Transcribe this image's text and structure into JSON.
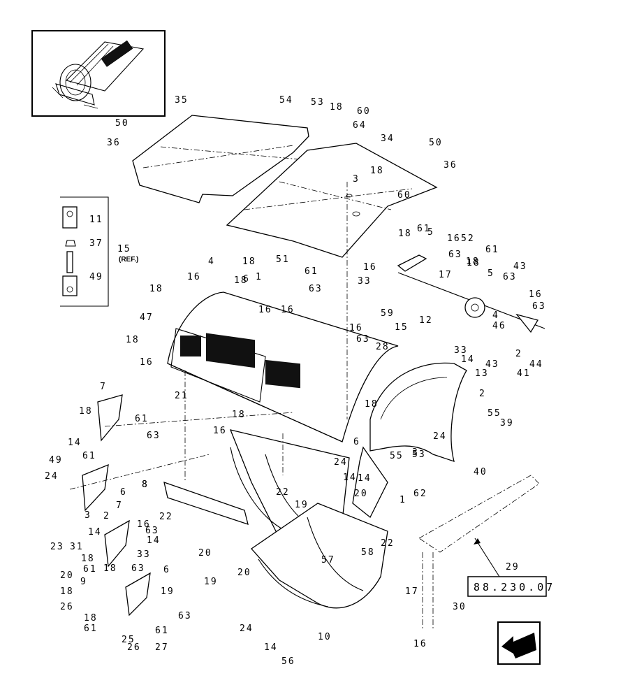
{
  "diagram": {
    "reference_section": "88.230.07",
    "inset_legend": {
      "label": "15",
      "ref_text": "(REF.)",
      "items": [
        "11",
        "37",
        "49"
      ]
    },
    "callouts": [
      {
        "id": "c35",
        "text": "35"
      },
      {
        "id": "c54",
        "text": "54"
      },
      {
        "id": "c53",
        "text": "53"
      },
      {
        "id": "c18a",
        "text": "18"
      },
      {
        "id": "c60a",
        "text": "60"
      },
      {
        "id": "c64a",
        "text": "64"
      },
      {
        "id": "c34",
        "text": "34"
      },
      {
        "id": "c50a",
        "text": "50"
      },
      {
        "id": "c36a",
        "text": "36"
      },
      {
        "id": "c50b",
        "text": "50"
      },
      {
        "id": "c36b",
        "text": "36"
      },
      {
        "id": "c18b",
        "text": "18"
      },
      {
        "id": "c3a",
        "text": "3"
      },
      {
        "id": "c60b",
        "text": "60"
      },
      {
        "id": "c18c",
        "text": "18"
      },
      {
        "id": "c61a",
        "text": "61"
      },
      {
        "id": "c5a",
        "text": "5"
      },
      {
        "id": "c16a",
        "text": "16"
      },
      {
        "id": "c52",
        "text": "52"
      },
      {
        "id": "c63a",
        "text": "63"
      },
      {
        "id": "c16b",
        "text": "16"
      },
      {
        "id": "c18d",
        "text": "18"
      },
      {
        "id": "c17a",
        "text": "17"
      },
      {
        "id": "c61b",
        "text": "61"
      },
      {
        "id": "c18e",
        "text": "18"
      },
      {
        "id": "c5b",
        "text": "5"
      },
      {
        "id": "c43a",
        "text": "43"
      },
      {
        "id": "c63b",
        "text": "63"
      },
      {
        "id": "c16c",
        "text": "16"
      },
      {
        "id": "c63c",
        "text": "63"
      },
      {
        "id": "c4",
        "text": "4"
      },
      {
        "id": "c18f",
        "text": "18"
      },
      {
        "id": "c51",
        "text": "51"
      },
      {
        "id": "c61c",
        "text": "61"
      },
      {
        "id": "c18g",
        "text": "18"
      },
      {
        "id": "c16d",
        "text": "16"
      },
      {
        "id": "c6a",
        "text": "6"
      },
      {
        "id": "c1a",
        "text": "1"
      },
      {
        "id": "c63d",
        "text": "63"
      },
      {
        "id": "c33a",
        "text": "33"
      },
      {
        "id": "c16e",
        "text": "16"
      },
      {
        "id": "c18h",
        "text": "18"
      },
      {
        "id": "c16f",
        "text": "16"
      },
      {
        "id": "c47",
        "text": "47"
      },
      {
        "id": "c59",
        "text": "59"
      },
      {
        "id": "c15",
        "text": "15"
      },
      {
        "id": "c12",
        "text": "12"
      },
      {
        "id": "c4b",
        "text": "4"
      },
      {
        "id": "c46",
        "text": "46"
      },
      {
        "id": "c16g",
        "text": "16"
      },
      {
        "id": "c63e",
        "text": "63"
      },
      {
        "id": "c18i",
        "text": "18"
      },
      {
        "id": "c16h",
        "text": "16"
      },
      {
        "id": "c28",
        "text": "28"
      },
      {
        "id": "c33b",
        "text": "33"
      },
      {
        "id": "c14a",
        "text": "14"
      },
      {
        "id": "c13",
        "text": "13"
      },
      {
        "id": "c43b",
        "text": "43"
      },
      {
        "id": "c2a",
        "text": "2"
      },
      {
        "id": "c44",
        "text": "44"
      },
      {
        "id": "c41",
        "text": "41"
      },
      {
        "id": "c21",
        "text": "21"
      },
      {
        "id": "c7a",
        "text": "7"
      },
      {
        "id": "c18j",
        "text": "18"
      },
      {
        "id": "c61d",
        "text": "61"
      },
      {
        "id": "c63f",
        "text": "63"
      },
      {
        "id": "c18k",
        "text": "18"
      },
      {
        "id": "c16i",
        "text": "16"
      },
      {
        "id": "c18l",
        "text": "18"
      },
      {
        "id": "c6b",
        "text": "6"
      },
      {
        "id": "c2b",
        "text": "2"
      },
      {
        "id": "c55a",
        "text": "55"
      },
      {
        "id": "c39",
        "text": "39"
      },
      {
        "id": "c24a",
        "text": "24"
      },
      {
        "id": "c3b",
        "text": "3"
      },
      {
        "id": "c8a",
        "text": "8"
      },
      {
        "id": "c14b",
        "text": "14"
      },
      {
        "id": "c40",
        "text": "40"
      },
      {
        "id": "c14c",
        "text": "14"
      },
      {
        "id": "c49",
        "text": "49"
      },
      {
        "id": "c61e",
        "text": "61"
      },
      {
        "id": "c24b",
        "text": "24"
      },
      {
        "id": "c6c",
        "text": "6"
      },
      {
        "id": "c24c",
        "text": "24"
      },
      {
        "id": "c55b",
        "text": "55"
      },
      {
        "id": "c53b",
        "text": "53"
      },
      {
        "id": "c14d",
        "text": "14"
      },
      {
        "id": "c62",
        "text": "62"
      },
      {
        "id": "c8b",
        "text": "8"
      },
      {
        "id": "c22a",
        "text": "22"
      },
      {
        "id": "c19a",
        "text": "19"
      },
      {
        "id": "c20a",
        "text": "20"
      },
      {
        "id": "c1b",
        "text": "1"
      },
      {
        "id": "c7b",
        "text": "7"
      },
      {
        "id": "c2c",
        "text": "2"
      },
      {
        "id": "c16j",
        "text": "16"
      },
      {
        "id": "c63g",
        "text": "63"
      },
      {
        "id": "c22b",
        "text": "22"
      },
      {
        "id": "c23",
        "text": "23"
      },
      {
        "id": "c14e",
        "text": "14"
      },
      {
        "id": "c3c",
        "text": "3"
      },
      {
        "id": "c31",
        "text": "31"
      },
      {
        "id": "c14f",
        "text": "14"
      },
      {
        "id": "c18m",
        "text": "18"
      },
      {
        "id": "c33c",
        "text": "33"
      },
      {
        "id": "c61f",
        "text": "61"
      },
      {
        "id": "c18n",
        "text": "18"
      },
      {
        "id": "c63h",
        "text": "63"
      },
      {
        "id": "c20b",
        "text": "20"
      },
      {
        "id": "c57",
        "text": "57"
      },
      {
        "id": "c58",
        "text": "58"
      },
      {
        "id": "c22c",
        "text": "22"
      },
      {
        "id": "c20c",
        "text": "20"
      },
      {
        "id": "c6d",
        "text": "6"
      },
      {
        "id": "c19b",
        "text": "19"
      },
      {
        "id": "c20d",
        "text": "20"
      },
      {
        "id": "c9",
        "text": "9"
      },
      {
        "id": "c18o",
        "text": "18"
      },
      {
        "id": "c19c",
        "text": "19"
      },
      {
        "id": "c26",
        "text": "26"
      },
      {
        "id": "c29",
        "text": "29"
      },
      {
        "id": "c17b",
        "text": "17"
      },
      {
        "id": "c30",
        "text": "30"
      },
      {
        "id": "c18p",
        "text": "18"
      },
      {
        "id": "c63i",
        "text": "63"
      },
      {
        "id": "c61g",
        "text": "61"
      },
      {
        "id": "c24d",
        "text": "24"
      },
      {
        "id": "c14g",
        "text": "14"
      },
      {
        "id": "c10",
        "text": "10"
      },
      {
        "id": "c56",
        "text": "56"
      },
      {
        "id": "c16k",
        "text": "16"
      },
      {
        "id": "c25",
        "text": "25"
      },
      {
        "id": "c26b",
        "text": "26"
      },
      {
        "id": "c27",
        "text": "27"
      },
      {
        "id": "c61h",
        "text": "61"
      }
    ]
  }
}
